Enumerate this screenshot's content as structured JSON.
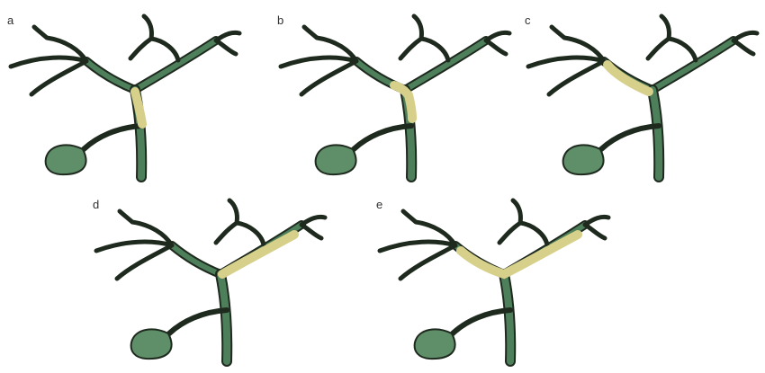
{
  "figure": {
    "panels": [
      {
        "id": "a",
        "label": "a",
        "highlight": "common-hepatic-duct-origin"
      },
      {
        "id": "b",
        "label": "b",
        "highlight": "hepatic-confluence"
      },
      {
        "id": "c",
        "label": "c",
        "highlight": "left-hepatic-duct"
      },
      {
        "id": "d",
        "label": "d",
        "highlight": "right-hepatic-duct"
      },
      {
        "id": "e",
        "label": "e",
        "highlight": "both-hepatic-ducts"
      }
    ]
  },
  "colors": {
    "duct_outline": "#1f2a1f",
    "duct_fill": "#4e7f5b",
    "highlight_fill": "#d6d08a",
    "highlight_outline": "#a59c55",
    "gallbladder": "#5f8f69",
    "background": "#ffffff"
  }
}
